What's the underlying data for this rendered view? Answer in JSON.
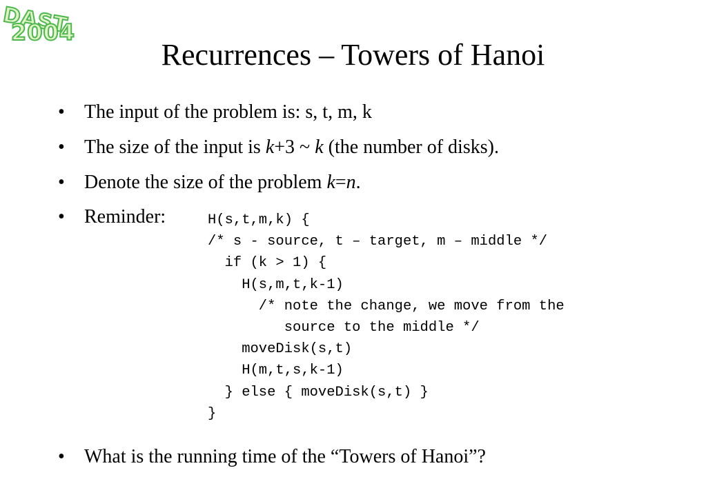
{
  "logo": {
    "line1": "DAST",
    "line2": "2004"
  },
  "title": "Recurrences – Towers of Hanoi",
  "bullet_char": "•",
  "bullets": [
    {
      "parts": [
        {
          "text": "The input of the problem is: s, t, m, k",
          "italic": false
        }
      ]
    },
    {
      "parts": [
        {
          "text": "The size of the input is ",
          "italic": false
        },
        {
          "text": "k",
          "italic": true
        },
        {
          "text": "+3 ~ ",
          "italic": false
        },
        {
          "text": "k",
          "italic": true
        },
        {
          "text": " (the number of disks).",
          "italic": false
        }
      ]
    },
    {
      "parts": [
        {
          "text": "Denote the size of the problem ",
          "italic": false
        },
        {
          "text": "k",
          "italic": true
        },
        {
          "text": "=",
          "italic": false
        },
        {
          "text": "n",
          "italic": true
        },
        {
          "text": ".",
          "italic": false
        }
      ]
    },
    {
      "parts": [
        {
          "text": "Reminder:",
          "italic": false
        }
      ]
    },
    {
      "parts": [
        {
          "text": "What is the running time of the “Towers of Hanoi”?",
          "italic": false
        }
      ]
    }
  ],
  "code_lines": [
    "H(s,t,m,k) {",
    "/* s - source, t – target, m – middle */",
    "  if (k > 1) {",
    "    H(s,m,t,k-1)",
    "      /* note the change, we move from the",
    "         source to the middle */",
    "    moveDisk(s,t)",
    "    H(m,t,s,k-1)",
    "  } else { moveDisk(s,t) }",
    "}"
  ]
}
